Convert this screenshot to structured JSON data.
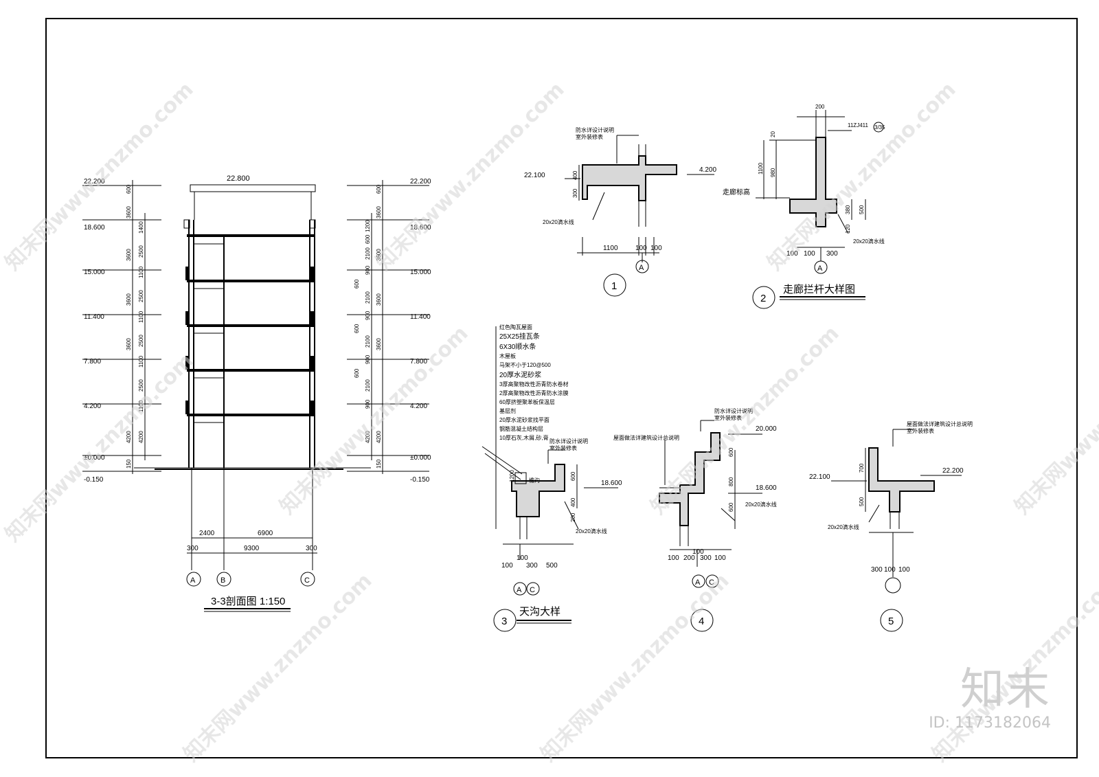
{
  "section": {
    "title": "3-3剖面图 1:150",
    "top_elevation": "22.800",
    "left_elevations": [
      "22.200",
      "18.600",
      "15.000",
      "11.400",
      "7.800",
      "4.200",
      "±0.000",
      "-0.150"
    ],
    "right_elevations": [
      "22.200",
      "18.600",
      "15.000",
      "11.400",
      "7.800",
      "4.200",
      "±0.000",
      "-0.150"
    ],
    "left_dims_outer": [
      "600",
      "3600",
      "3600",
      "3600",
      "3600",
      "4200",
      "150"
    ],
    "left_dims_inner": [
      "1400",
      "2500",
      "1100",
      "2500",
      "1100",
      "2500",
      "1100",
      "2500",
      "1100",
      "4200"
    ],
    "right_dims_outer": [
      "600",
      "3600",
      "3600",
      "3600",
      "3600",
      "4200",
      "150"
    ],
    "right_dims_inner": [
      "1200",
      "600",
      "2100",
      "900",
      "600",
      "2100",
      "900",
      "600",
      "2100",
      "900",
      "600",
      "2100",
      "900",
      "4200"
    ],
    "bottom_dims_row1": [
      "2400",
      "6900"
    ],
    "bottom_dims_row2": [
      "300",
      "9300",
      "300"
    ],
    "axes": [
      "A",
      "B",
      "C"
    ]
  },
  "detail1": {
    "number": "1",
    "note_lines": [
      "防水详设计说明",
      "室外装修表"
    ],
    "elev_left": "22.100",
    "elev_right": "4.200",
    "dims_v": [
      "400",
      "300"
    ],
    "drip": "20x20滴水线",
    "dims_h": [
      "1100",
      "100",
      "100"
    ],
    "axis": "A"
  },
  "detail2": {
    "number": "2",
    "title": "走廊拦杆大样图",
    "ref": "11ZJ411",
    "ref_sub": "3/35",
    "top_dim": "200",
    "dims_v": [
      "20",
      "1100",
      "980"
    ],
    "label": "走廊标高",
    "dims_v2": [
      "380",
      "500",
      "120"
    ],
    "drip": "20x20滴水线",
    "dims_h": [
      "100",
      "100",
      "300"
    ],
    "axis": "A"
  },
  "detail3": {
    "number": "3",
    "title": "天沟大样",
    "layers": [
      "红色陶瓦屋面",
      "25X25挂瓦条",
      "6X30顺水条",
      "木屋板",
      "马架不小于120@500",
      "20厚水泥砂浆",
      "3厚高聚物改性沥青防水卷材",
      "2厚高聚物改性沥青防水涂膜",
      "60厚挤塑聚苯板保温层",
      "基层剂",
      "20厚水泥砂浆找平面",
      "钢筋混凝土结构层",
      "10厚石灰,木屑,砂,膏"
    ],
    "note_lines": [
      "防水详设计说明",
      "室外装修表"
    ],
    "inner_label": "檐沟",
    "dim_small": "1200",
    "elev": "18.600",
    "dims_v": [
      "600",
      "400",
      "200"
    ],
    "drip": "20x20滴水线",
    "dims_h": [
      "100",
      "100",
      "300",
      "500"
    ],
    "axes": [
      "A",
      "C"
    ]
  },
  "detail4": {
    "number": "4",
    "note_lines": [
      "防水详设计说明",
      "室外装修表"
    ],
    "note_left": "屋面做法详建筑设计总说明",
    "elev_top": "20.000",
    "elev_mid": "18.600",
    "dims_v": [
      "600",
      "800",
      "600"
    ],
    "drip": "20x20滴水线",
    "dims_h": [
      "100",
      "200",
      "100",
      "300",
      "100"
    ],
    "axes": [
      "A",
      "C"
    ]
  },
  "detail5": {
    "number": "5",
    "note_lines": [
      "屋面做法详建筑设计总说明",
      "室外装修表"
    ],
    "elev_left": "22.100",
    "elev_right": "22.200",
    "dims_v": [
      "700",
      "500"
    ],
    "drip": "20x20滴水线",
    "dims_h": [
      "300",
      "100",
      "100"
    ]
  },
  "watermark": {
    "text": "知末网www.znzmo.com",
    "logo": "知末",
    "id": "ID: 1173182064"
  }
}
